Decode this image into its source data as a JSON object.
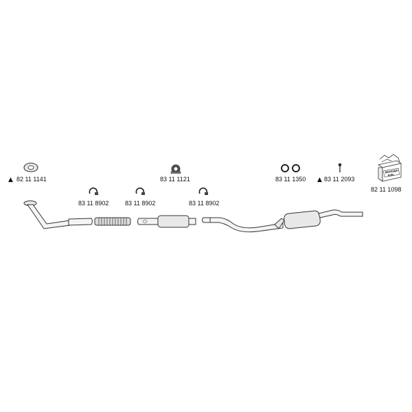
{
  "parts": {
    "gasket": {
      "number": "82 11 1141",
      "marker": "▲"
    },
    "mount_ring": {
      "number": "83 11 1121"
    },
    "rubber_rings": {
      "number": "83 11 1350"
    },
    "bolt": {
      "number": "83 11 2093",
      "marker": "▲"
    },
    "mounting_kit": {
      "number": "82 11 1098",
      "box_text_1": "Montage-",
      "box_text_2": "teile"
    },
    "clamp_1": {
      "number": "83 11 8902"
    },
    "clamp_2": {
      "number": "83 11 8902"
    },
    "clamp_3": {
      "number": "83 11 8902"
    }
  }
}
